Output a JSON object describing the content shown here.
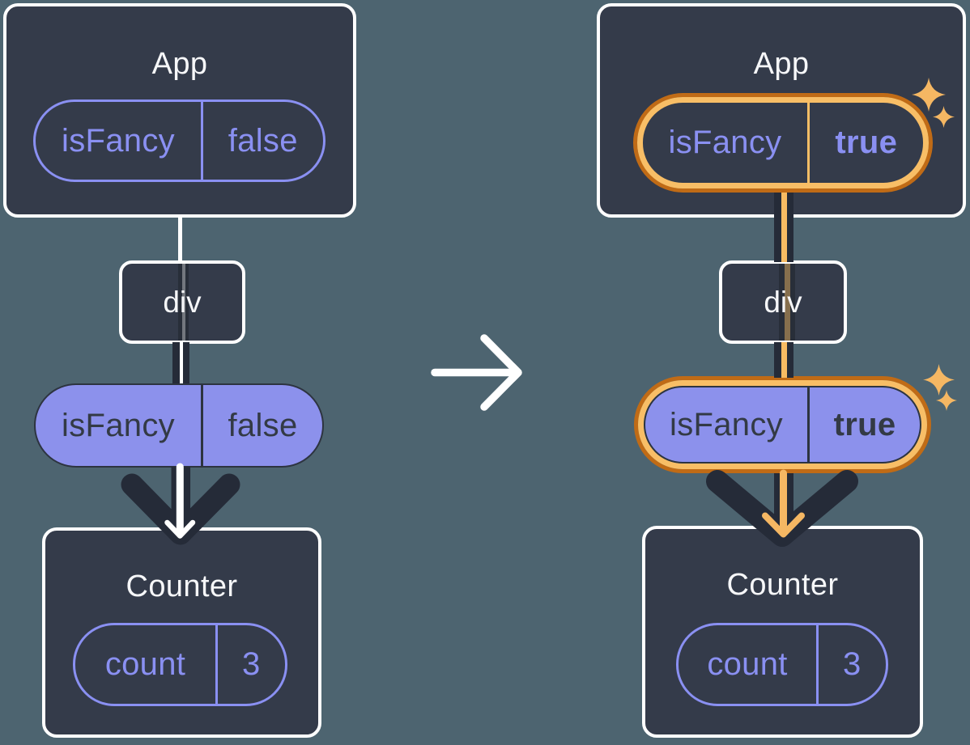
{
  "colors": {
    "background": "#4D6470",
    "card_background": "#343B4A",
    "card_border": "#FFFFFF",
    "accent_purple": "#8A90F2",
    "purple_fill": "#8C91EC",
    "dark_text_on_purple": "#333A45",
    "arrow_dark": "#252B38",
    "arrow_white": "#FFFFFF",
    "highlight_orange_dark": "#C06B16",
    "highlight_orange_light": "#F8BE66",
    "sparkle_orange": "#F5B763",
    "title_text": "#F6F7F9"
  },
  "before": {
    "app_card": {
      "title": "App",
      "prop_pill": {
        "key": "isFancy",
        "value": "false"
      }
    },
    "div_node": {
      "label": "div"
    },
    "prop_pill": {
      "key": "isFancy",
      "value": "false"
    },
    "counter_card": {
      "title": "Counter",
      "state_pill": {
        "key": "count",
        "value": "3"
      }
    }
  },
  "after": {
    "app_card": {
      "title": "App",
      "prop_pill": {
        "key": "isFancy",
        "value": "true"
      }
    },
    "div_node": {
      "label": "div"
    },
    "prop_pill": {
      "key": "isFancy",
      "value": "true"
    },
    "counter_card": {
      "title": "Counter",
      "state_pill": {
        "key": "count",
        "value": "3"
      }
    }
  }
}
